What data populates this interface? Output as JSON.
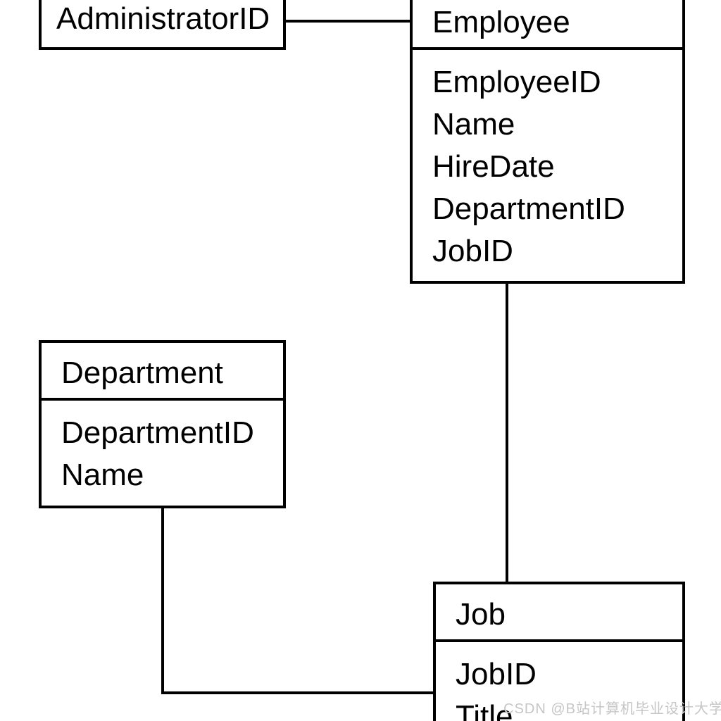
{
  "diagram": {
    "type": "entity-relationship",
    "entities": {
      "administrator": {
        "fields": [
          "AdministratorID"
        ],
        "cropped": "top"
      },
      "employee": {
        "title": "Employee",
        "fields": [
          "EmployeeID",
          "Name",
          "HireDate",
          "DepartmentID",
          "JobID"
        ]
      },
      "department": {
        "title": "Department",
        "fields": [
          "DepartmentID",
          "Name"
        ]
      },
      "job": {
        "title": "Job",
        "fields": [
          "JobID",
          "Title"
        ],
        "cropped": "bottom"
      }
    },
    "relationships": [
      {
        "from": "administrator",
        "to": "employee",
        "style": "straight-horizontal"
      },
      {
        "from": "employee",
        "to": "job",
        "style": "straight-vertical"
      },
      {
        "from": "department",
        "to": "job",
        "style": "elbow"
      }
    ],
    "colors": {
      "background": "#ffffff",
      "line": "#000000",
      "text": "#000000"
    }
  },
  "watermark": {
    "text": "CSDN @B站计算机毕业设计大学",
    "color": "#c6c6c6"
  }
}
